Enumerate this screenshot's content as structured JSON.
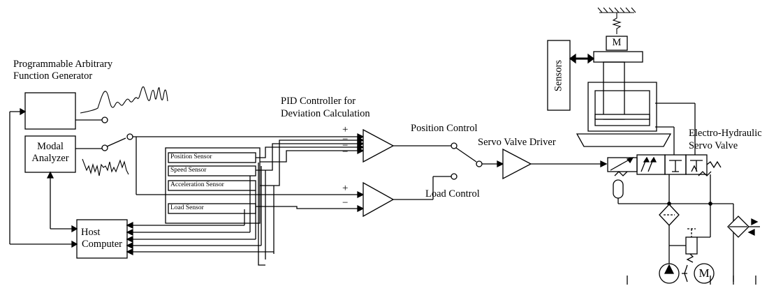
{
  "labels": {
    "function_generator": [
      "Programmable Arbitrary",
      "Function Generator"
    ],
    "modal_analyzer": [
      "Modal",
      "Analyzer"
    ],
    "host_computer": [
      "Host",
      "Computer"
    ],
    "pid_controller": [
      "PID Controller for",
      "Deviation Calculation"
    ],
    "position_control": "Position Control",
    "load_control": "Load Control",
    "servo_valve_driver": "Servo Valve Driver",
    "electro_hydraulic": [
      "Electro-Hydraulic",
      "Servo Valve"
    ],
    "sensors": "Sensors",
    "motor_top": "M",
    "motor_bottom": "M"
  },
  "sensors": {
    "position": "Position Sensor",
    "speed": "Speed Sensor",
    "acceleration": "Acceleration Sensor",
    "load": "Load Sensor"
  },
  "signs": {
    "plus": "+",
    "minus": "−"
  }
}
